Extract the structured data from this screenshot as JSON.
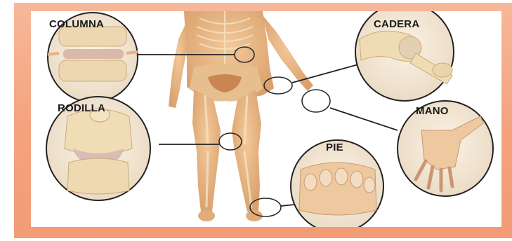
{
  "labels": {
    "columna": "COLUMNA",
    "cadera": "CADERA",
    "rodilla": "RODILLA",
    "mano": "MANO",
    "pie": "PIE"
  },
  "colors": {
    "frame": "#f4a27d",
    "skin": "#e9b786",
    "skin_shadow": "#d59a64",
    "bone": "#f1dfb6",
    "cartilage": "#dcc3b6",
    "callout_line": "#222222"
  },
  "icons": [
    "body-figure",
    "spine-detail",
    "hip-detail",
    "knee-detail",
    "hand-detail",
    "foot-detail"
  ]
}
